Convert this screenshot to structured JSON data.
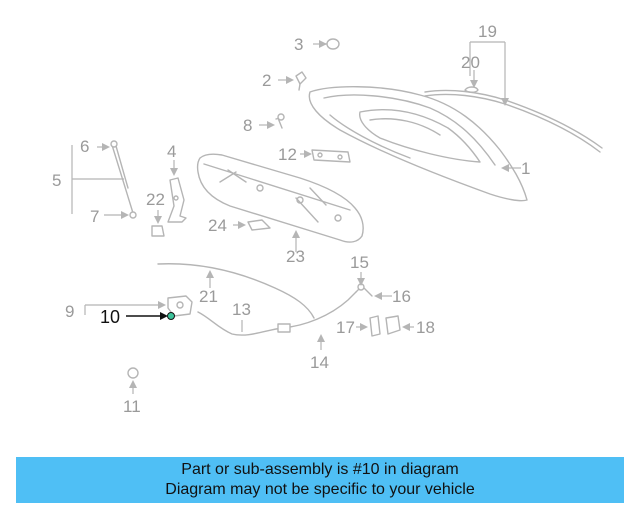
{
  "labels": {
    "p1": "1",
    "p2": "2",
    "p3": "3",
    "p4": "4",
    "p5": "5",
    "p6": "6",
    "p7": "7",
    "p8": "8",
    "p9": "9",
    "p10": "10",
    "p11": "11",
    "p12": "12",
    "p13": "13",
    "p14": "14",
    "p15": "15",
    "p16": "16",
    "p17": "17",
    "p18": "18",
    "p19": "19",
    "p20": "20",
    "p21": "21",
    "p22": "22",
    "p23": "23",
    "p24": "24"
  },
  "highlighted_part": "10",
  "colors": {
    "banner": "#4fbff5",
    "part_line": "#b5b5b5",
    "highlight": "#111111",
    "highlight_marker": "#3cc29a"
  },
  "banner": {
    "line1": "Part or sub-assembly is #10 in diagram",
    "line2": "Diagram may not be specific to your vehicle"
  }
}
